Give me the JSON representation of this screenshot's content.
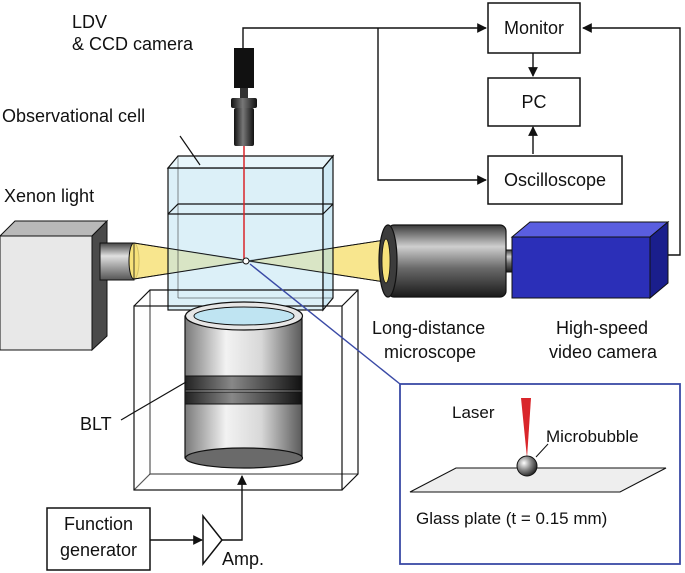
{
  "labels": {
    "ldv_camera_line1": "LDV",
    "ldv_camera_line2": "& CCD camera",
    "observational_cell": "Observational cell",
    "xenon_light": "Xenon light",
    "long_distance_microscope_line1": "Long-distance",
    "long_distance_microscope_line2": "microscope",
    "high_speed_camera_line1": "High-speed",
    "high_speed_camera_line2": "video camera",
    "blt": "BLT",
    "amp": "Amp."
  },
  "boxes": {
    "monitor": "Monitor",
    "pc": "PC",
    "oscilloscope": "Oscilloscope",
    "function_generator_line1": "Function",
    "function_generator_line2": "generator"
  },
  "inset": {
    "laser": "Laser",
    "microbubble": "Microbubble",
    "glass_plate": "Glass plate (t = 0.15 mm)"
  },
  "colors": {
    "water": "#bfe4f2",
    "light_beam": "#f7e27a",
    "laser": "#d9262b",
    "camera_body": "#2b2fb8",
    "inset_border": "#3a4aa6"
  }
}
